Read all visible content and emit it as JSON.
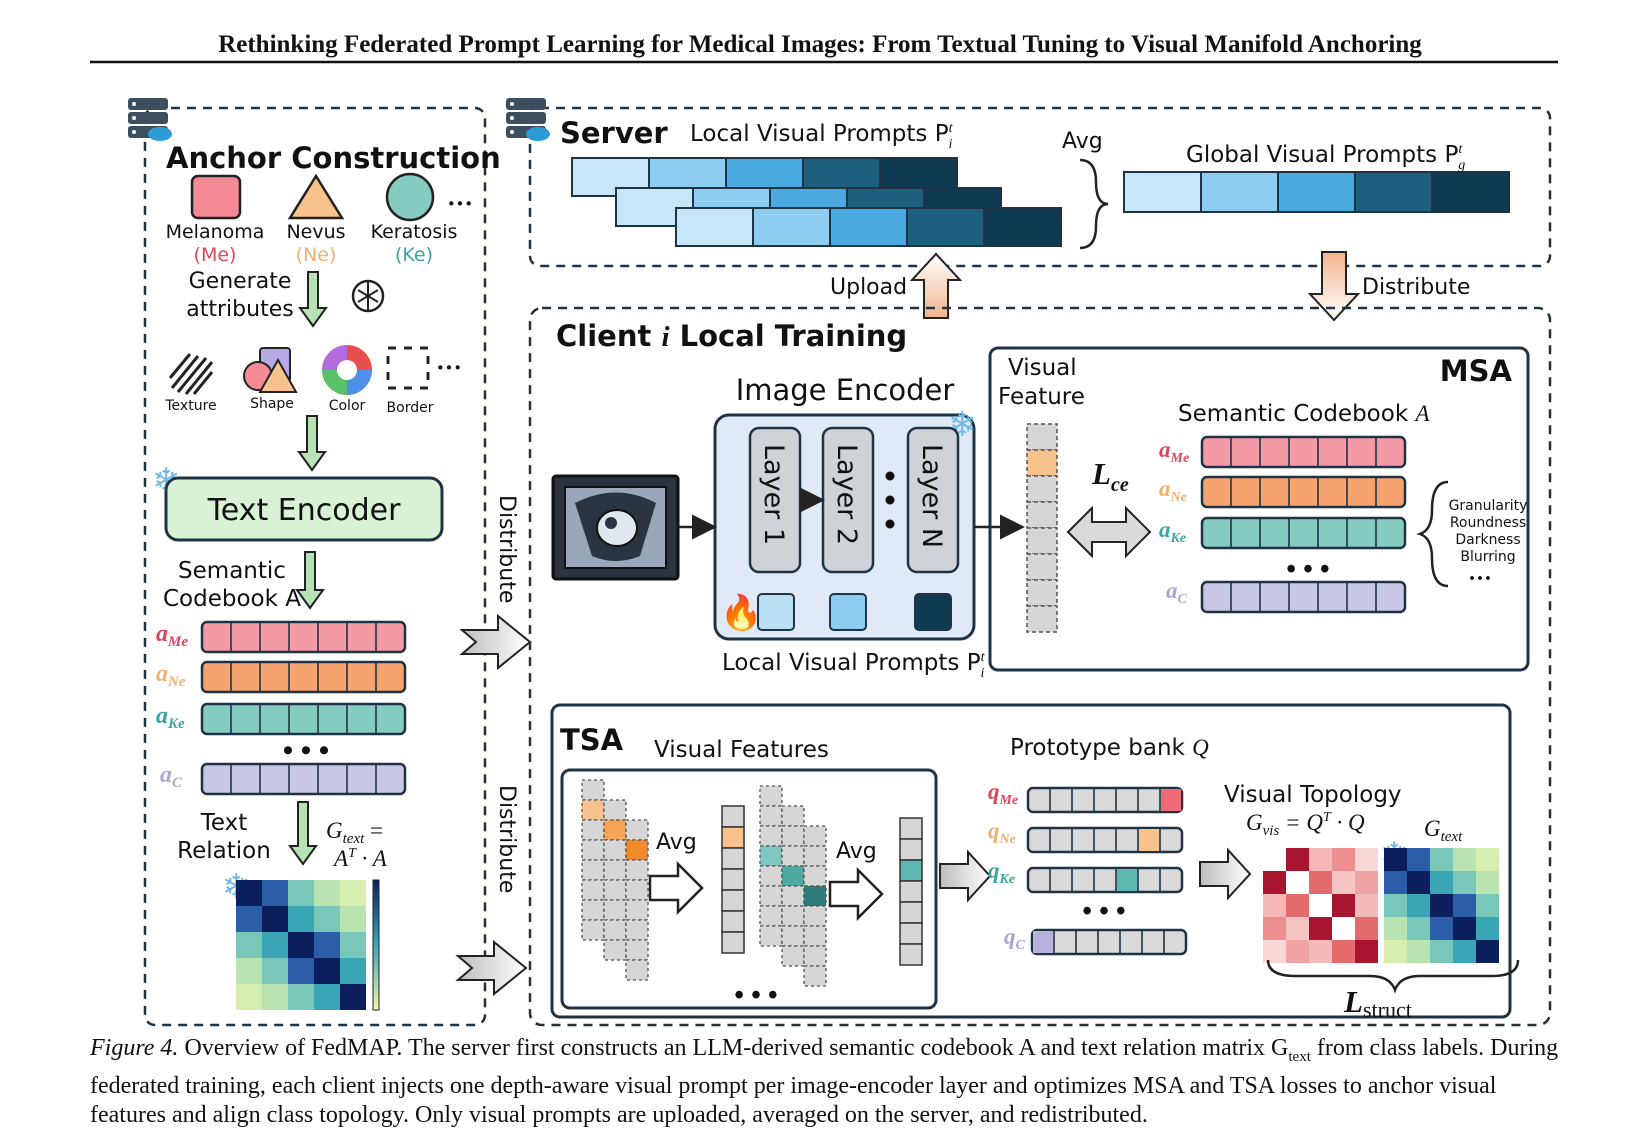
{
  "header": {
    "title": "Rethinking Federated Prompt Learning for Medical Images: From Textual Tuning to Visual Manifold Anchoring"
  },
  "colors": {
    "melanoma": "#f39aa6",
    "nevus": "#f6a370",
    "keratosis": "#86cbbf",
    "common": "#c9c7e6",
    "me_text": "#e0455a",
    "ne_text": "#f0b070",
    "ke_text": "#3aa6a0",
    "c_text": "#a9a6d4",
    "dark_navy": "#0f3b52"
  },
  "anchor": {
    "title": "Anchor Construction",
    "classes": [
      {
        "name": "Melanoma",
        "abbr": "(Me)"
      },
      {
        "name": "Nevus",
        "abbr": "(Ne)"
      },
      {
        "name": "Keratosis",
        "abbr": "(Ke)"
      }
    ],
    "generate_label_1": "Generate",
    "generate_label_2": "attributes",
    "attributes": [
      "Texture",
      "Shape",
      "Color",
      "Border"
    ],
    "text_encoder": "Text Encoder",
    "codebook_label_1": "Semantic",
    "codebook_label_2": "Codebook A",
    "row_labels": [
      "a",
      "a",
      "a",
      "a"
    ],
    "row_subs": [
      "Me",
      "Ne",
      "Ke",
      "C"
    ],
    "relation_label_1": "Text",
    "relation_label_2": "Relation",
    "gtext_eq_1": "G",
    "gtext_eq_1_sub": "text",
    "gtext_eq_1_tail": " =",
    "gtext_eq_2": "A",
    "gtext_eq_2_sup": "T",
    "gtext_eq_2_tail": " · A"
  },
  "server": {
    "title": "Server",
    "local_prompts": "Local Visual Prompts P",
    "avg": "Avg",
    "global_prompts": "Global Visual Prompts P",
    "upload": "Upload",
    "distribute": "Distribute"
  },
  "client": {
    "title": "Client i Local Training",
    "image_encoder": "Image Encoder",
    "layers": [
      "Layer 1",
      "Layer 2",
      "Layer N"
    ],
    "local_prompts": "Local Visual Prompts P",
    "distribute_side": "Distribute",
    "msa": {
      "title": "MSA",
      "visual_feature_1": "Visual",
      "visual_feature_2": "Feature",
      "codebook": "Semantic Codebook A",
      "loss": "L",
      "loss_sub": "ce",
      "attributes": [
        "Granularity",
        "Roundness",
        "Darkness",
        "Blurring"
      ]
    },
    "tsa": {
      "title": "TSA",
      "visual_features": "Visual Features",
      "avg": "Avg",
      "prototype_bank": "Prototype bank Q",
      "proto_labels": [
        "q",
        "q",
        "q",
        "q"
      ],
      "visual_topology": "Visual Topology",
      "gvis_eq": "G",
      "gvis_sub": "vis",
      "gvis_tail": " = Q",
      "gvis_sup": "T",
      "gvis_end": " · Q",
      "gtext": "G",
      "gtext_sub": "text",
      "loss": "L",
      "loss_sub": "struct"
    }
  },
  "caption": {
    "label": "Figure 4.",
    "text": " Overview of FedMAP. The server first constructs an LLM-derived semantic codebook A and text relation matrix G",
    "text_sub": "text",
    "text_2": " from class labels. During federated training, each client injects one depth-aware visual prompt per image-encoder layer and optimizes MSA and TSA losses to anchor visual features and align class topology. Only visual prompts are uploaded, averaged on the server, and redistributed."
  }
}
